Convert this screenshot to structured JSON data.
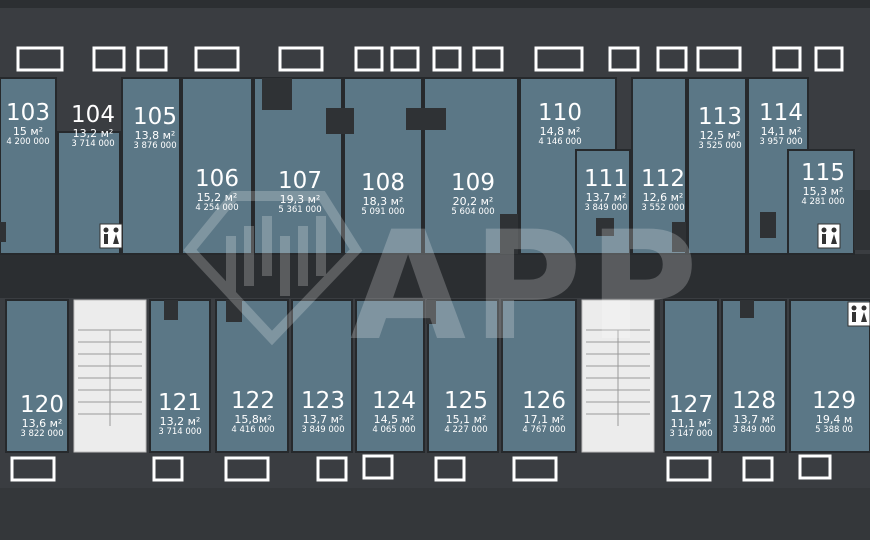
{
  "colors": {
    "background": "#3a3d41",
    "unit_fill": "#5b7786",
    "unit_stroke": "#26292c",
    "corridor": "#2b2e31",
    "stairs": "#ececec",
    "window": "#ffffff",
    "dark_block": "#2f3235"
  },
  "watermark": {
    "text": "APP",
    "icon": "diamond-logo-icon"
  },
  "wc_icon": "wc-icon",
  "units": [
    {
      "num": "103",
      "area": "15 м²",
      "price": "4 200 000"
    },
    {
      "num": "104",
      "area": "13,2 м²",
      "price": "3 714 000"
    },
    {
      "num": "105",
      "area": "13,8 м²",
      "price": "3 876 000"
    },
    {
      "num": "106",
      "area": "15,2 м²",
      "price": "4 254 000"
    },
    {
      "num": "107",
      "area": "19,3 м²",
      "price": "5 361 000"
    },
    {
      "num": "108",
      "area": "18,3 м²",
      "price": "5 091 000"
    },
    {
      "num": "109",
      "area": "20,2 м²",
      "price": "5 604 000"
    },
    {
      "num": "110",
      "area": "14,8 м²",
      "price": "4 146 000"
    },
    {
      "num": "111",
      "area": "13,7 м²",
      "price": "3 849 000"
    },
    {
      "num": "112",
      "area": "12,6 м²",
      "price": "3 552 000"
    },
    {
      "num": "113",
      "area": "12,5 м²",
      "price": "3 525 000"
    },
    {
      "num": "114",
      "area": "14,1 м²",
      "price": "3 957 000"
    },
    {
      "num": "115",
      "area": "15,3 м²",
      "price": "4 281 000"
    },
    {
      "num": "120",
      "area": "13,6 м²",
      "price": "3 822 000"
    },
    {
      "num": "121",
      "area": "13,2 м²",
      "price": "3 714 000"
    },
    {
      "num": "122",
      "area": "15,8м²",
      "price": "4 416 000"
    },
    {
      "num": "123",
      "area": "13,7 м²",
      "price": "3 849 000"
    },
    {
      "num": "124",
      "area": "14,5 м²",
      "price": "4 065 000"
    },
    {
      "num": "125",
      "area": "15,1 м²",
      "price": "4 227 000"
    },
    {
      "num": "126",
      "area": "17,1 м²",
      "price": "4 767 000"
    },
    {
      "num": "127",
      "area": "11,1 м²",
      "price": "3 147 000"
    },
    {
      "num": "128",
      "area": "13,7 м²",
      "price": "3 849 000"
    },
    {
      "num": "129",
      "area": "19,4 м",
      "price": "5 388 00"
    }
  ]
}
